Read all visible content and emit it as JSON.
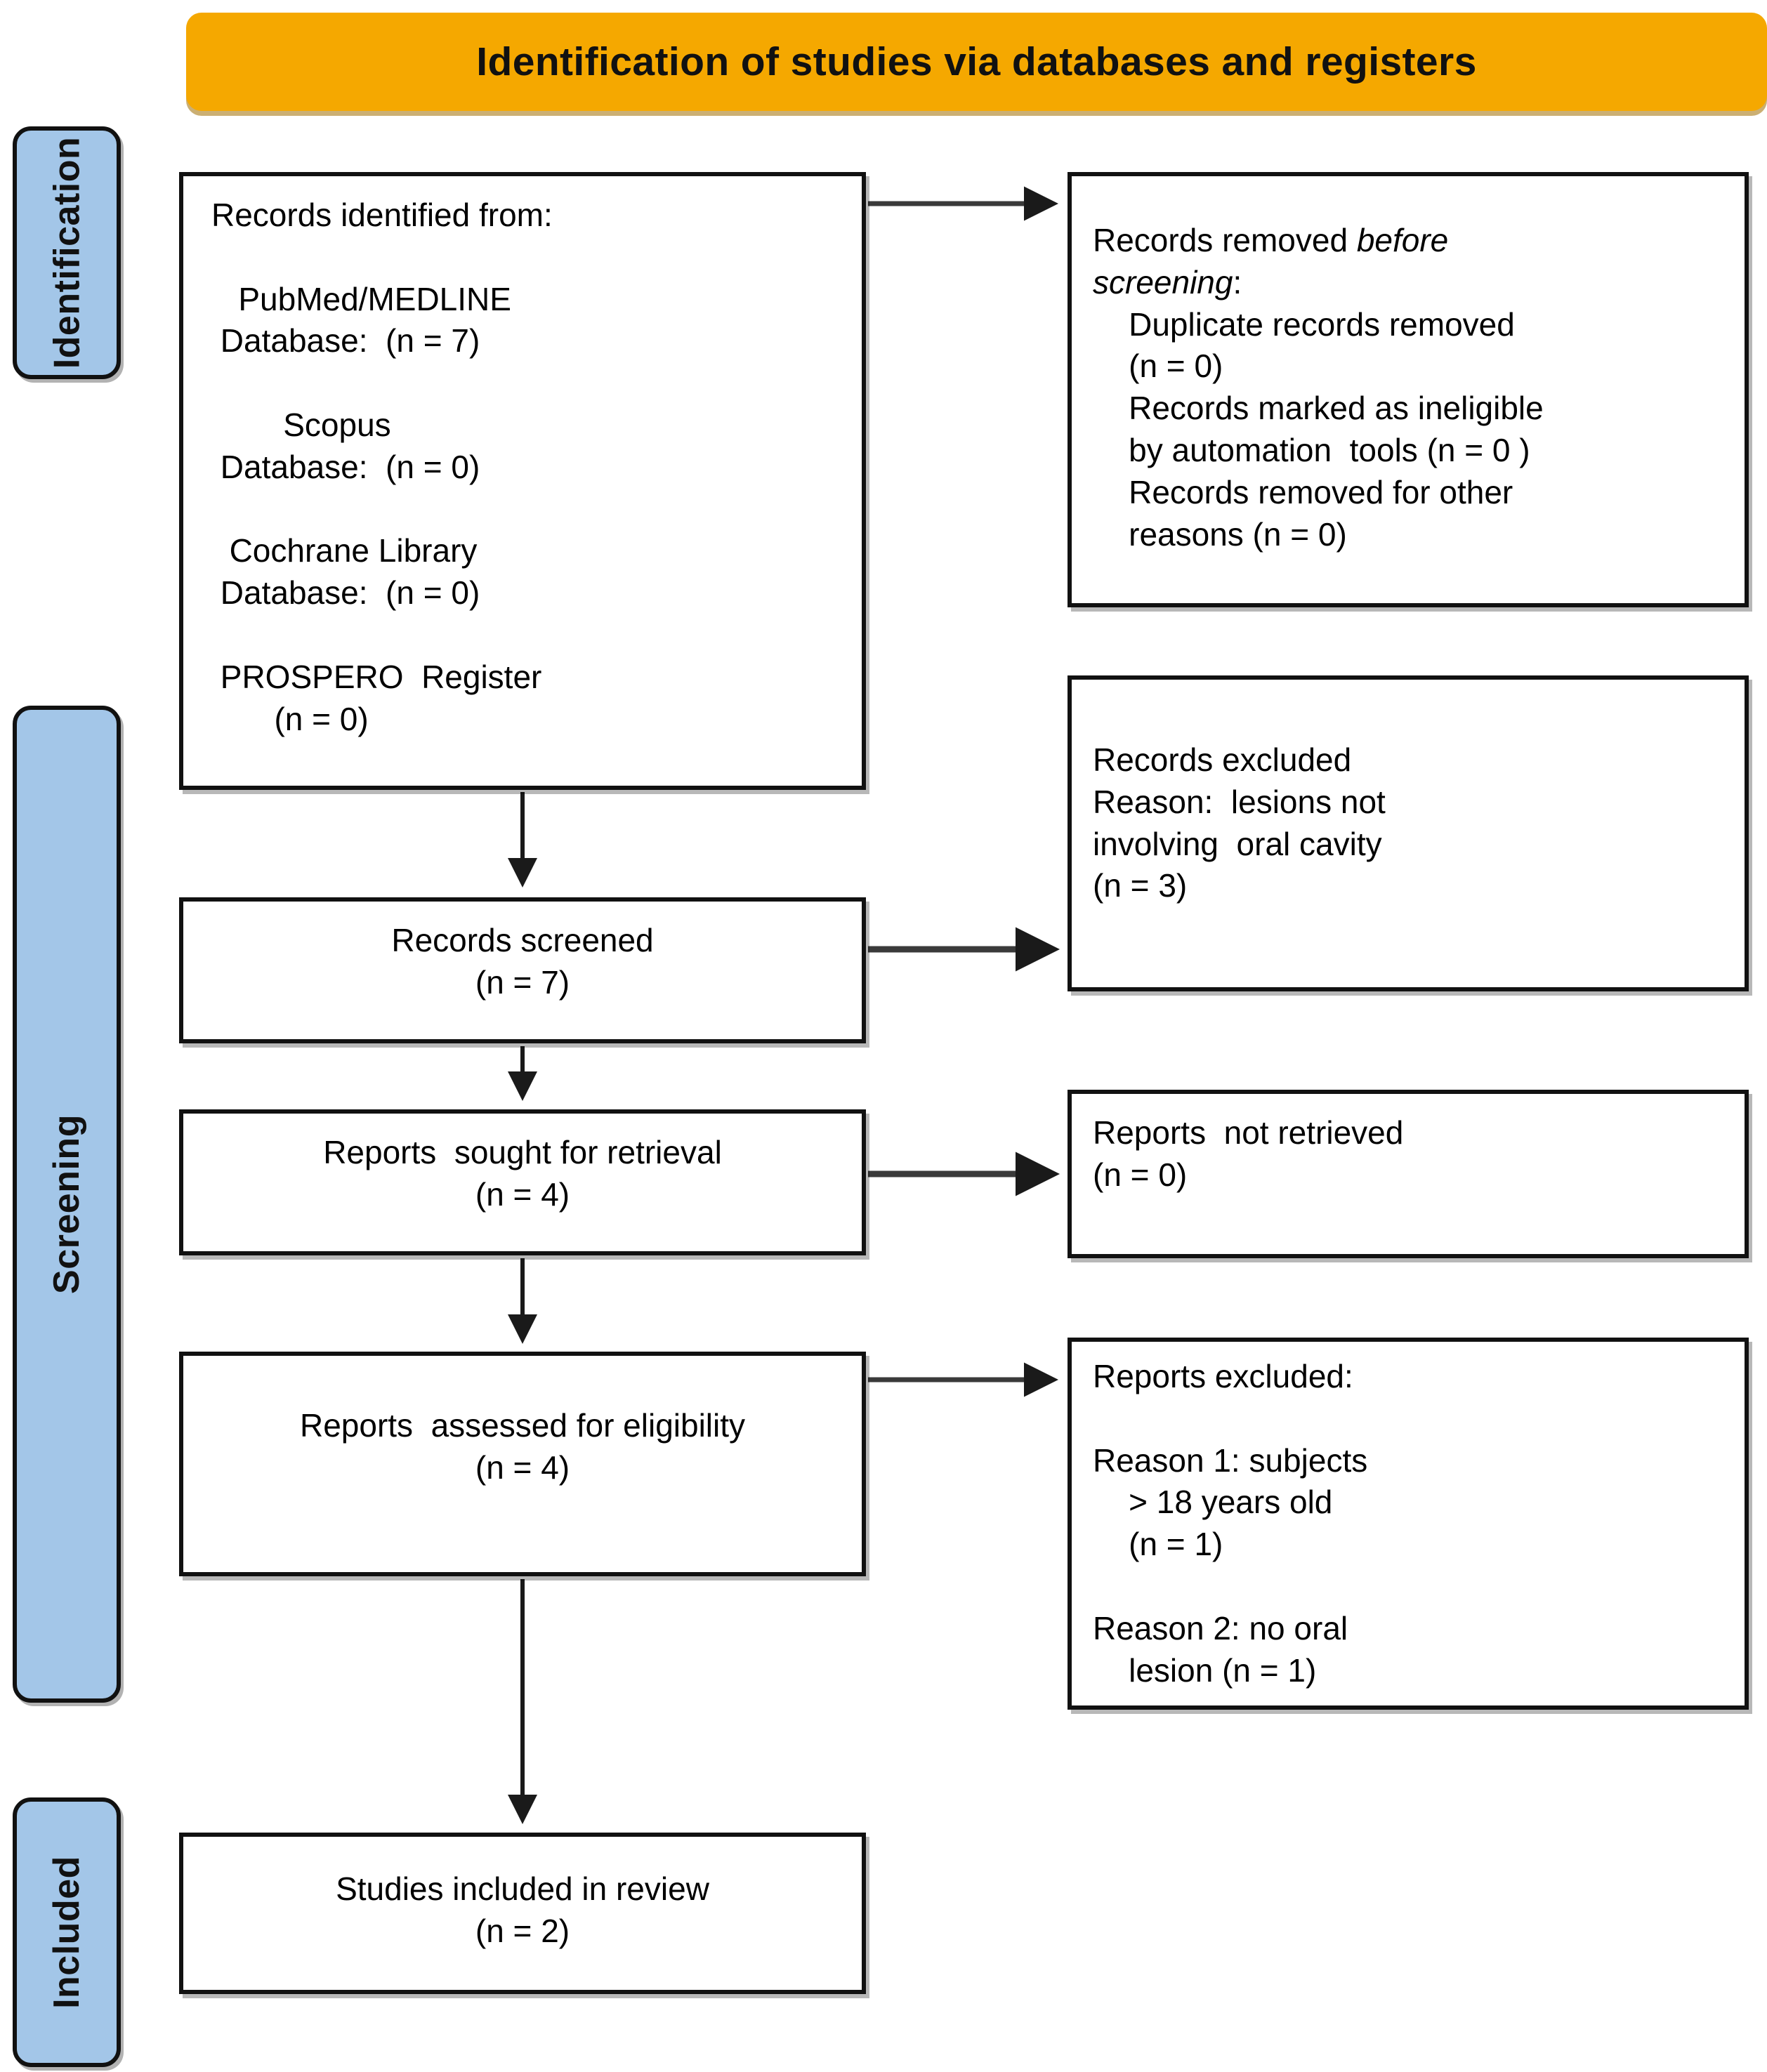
{
  "banner": {
    "title": "Identification of studies via databases and registers",
    "color": "#F5A800"
  },
  "phases": {
    "identification": "Identification",
    "screening": "Screening",
    "included": "Included",
    "color": "#A3C6E8"
  },
  "boxes": {
    "records_identified": {
      "heading": "Records identified from:",
      "text": "Records identified from:\n\n   PubMed/MEDLINE\n Database:  (n = 7)\n\n        Scopus\n Database:  (n = 0)\n\n  Cochrane Library\n Database:  (n = 0)\n\n PROSPERO  Register\n       (n = 0)"
    },
    "records_removed": {
      "line1": "Records removed ",
      "line1_italic": "before",
      "line2_italic": "screening",
      "line2_rest": ":",
      "rest": "    Duplicate records removed\n    (n = 0)\n    Records marked as ineligible\n    by automation  tools (n = 0 )\n    Records removed for other\n    reasons (n = 0)"
    },
    "records_screened": {
      "text": "Records screened\n(n = 7)"
    },
    "records_excluded": {
      "text": "Records excluded\nReason:  lesions not\ninvolving  oral cavity\n(n = 3)"
    },
    "reports_sought": {
      "text": "Reports  sought for retrieval\n(n = 4)"
    },
    "reports_not_retrieved": {
      "text": "Reports  not retrieved\n(n = 0)"
    },
    "reports_assessed": {
      "text": "Reports  assessed for eligibility\n(n = 4)"
    },
    "reports_excluded": {
      "text": "Reports excluded:\n\nReason 1: subjects\n    > 18 years old\n    (n = 1)\n\nReason 2: no oral\n    lesion (n = 1)"
    },
    "studies_included": {
      "text": "Studies included in review\n(n = 2)"
    }
  },
  "chart_data": {
    "type": "diagram",
    "title": "PRISMA 2020 flow diagram — Identification of studies via databases and registers",
    "phases": [
      "Identification",
      "Screening",
      "Included"
    ],
    "nodes": [
      {
        "id": "records_identified",
        "phase": "Identification",
        "counts": {
          "PubMed/MEDLINE Database": 7,
          "Scopus Database": 0,
          "Cochrane Library Database": 0,
          "PROSPERO Register": 0
        }
      },
      {
        "id": "records_removed_before_screening",
        "phase": "Identification",
        "counts": {
          "Duplicate records removed": 0,
          "Records marked as ineligible by automation tools": 0,
          "Records removed for other reasons": 0
        }
      },
      {
        "id": "records_screened",
        "phase": "Screening",
        "n": 7
      },
      {
        "id": "records_excluded",
        "phase": "Screening",
        "n": 3,
        "reason": "lesions not involving oral cavity"
      },
      {
        "id": "reports_sought_for_retrieval",
        "phase": "Screening",
        "n": 4
      },
      {
        "id": "reports_not_retrieved",
        "phase": "Screening",
        "n": 0
      },
      {
        "id": "reports_assessed_for_eligibility",
        "phase": "Screening",
        "n": 4
      },
      {
        "id": "reports_excluded",
        "phase": "Screening",
        "reasons": [
          {
            "label": "Reason 1: subjects > 18 years old",
            "n": 1
          },
          {
            "label": "Reason 2: no oral lesion",
            "n": 1
          }
        ]
      },
      {
        "id": "studies_included_in_review",
        "phase": "Included",
        "n": 2
      }
    ],
    "edges": [
      {
        "from": "records_identified",
        "to": "records_removed_before_screening"
      },
      {
        "from": "records_identified",
        "to": "records_screened"
      },
      {
        "from": "records_screened",
        "to": "records_excluded"
      },
      {
        "from": "records_screened",
        "to": "reports_sought_for_retrieval"
      },
      {
        "from": "reports_sought_for_retrieval",
        "to": "reports_not_retrieved"
      },
      {
        "from": "reports_sought_for_retrieval",
        "to": "reports_assessed_for_eligibility"
      },
      {
        "from": "reports_assessed_for_eligibility",
        "to": "reports_excluded"
      },
      {
        "from": "reports_assessed_for_eligibility",
        "to": "studies_included_in_review"
      }
    ]
  }
}
